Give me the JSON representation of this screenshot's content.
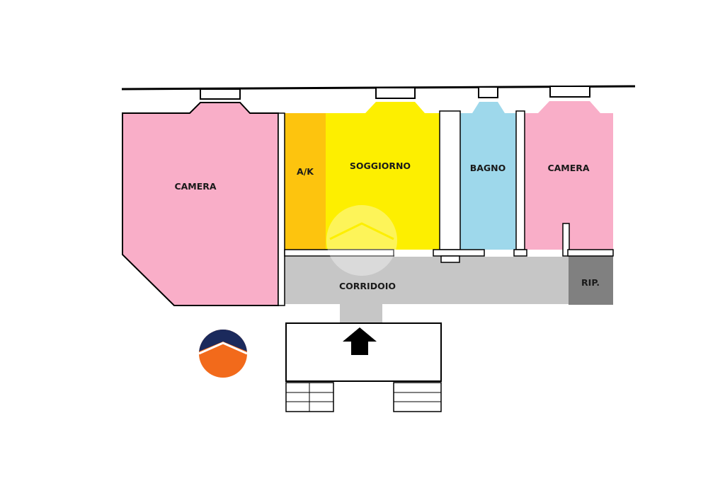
{
  "floorplan": {
    "rooms": {
      "camera_left": {
        "label": "CAMERA",
        "color": "#f9aec8"
      },
      "ak": {
        "label": "A/K",
        "color": "#fdc40e"
      },
      "soggiorno": {
        "label": "SOGGIORNO",
        "color": "#fdef00"
      },
      "bagno": {
        "label": "BAGNO",
        "color": "#9ed8eb"
      },
      "camera_right": {
        "label": "CAMERA",
        "color": "#f9aec8"
      },
      "corridoio": {
        "label": "CORRIDOIO",
        "color": "#c6c6c6"
      },
      "ripostiglio": {
        "label": "RIP.",
        "color": "#808080"
      }
    },
    "entrance": {
      "icon": "arrow-up-icon",
      "color": "#000000"
    },
    "logo": {
      "icon": "house-roof-logo-icon",
      "top_color": "#1b2a5c",
      "bottom_color": "#f26a1b"
    },
    "watermark": {
      "icon": "house-roof-watermark-icon"
    }
  }
}
